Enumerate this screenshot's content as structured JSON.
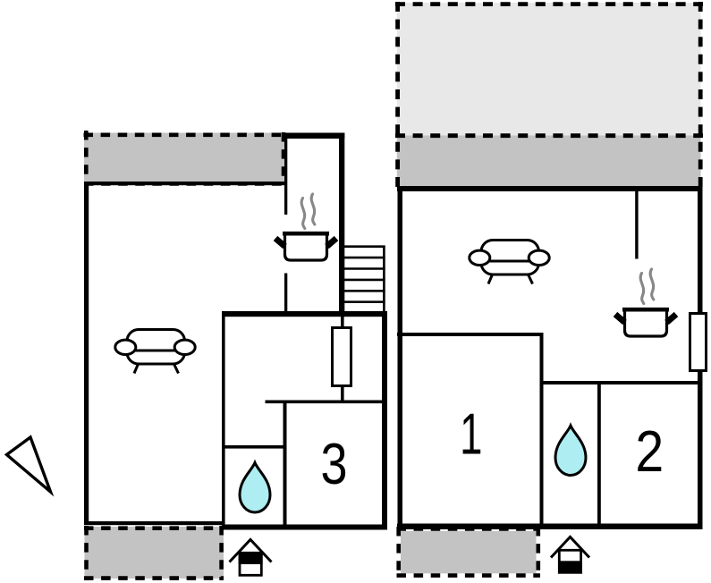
{
  "document": {
    "type": "floor-plan-drawing",
    "background": "#ffffff"
  },
  "colors": {
    "wall": "#000000",
    "terrace_fill": "#c3c3c3",
    "patio_upper_fill": "#e8e8e8",
    "water_drop_fill": "#aeeef2",
    "steam": "#878787",
    "white": "#ffffff",
    "label": "#000000"
  },
  "plans": {
    "left_unit": {
      "name": "left floor plan",
      "rooms": [
        {
          "label": "3"
        }
      ],
      "features": [
        "terrace-top-dashed",
        "living-area",
        "sofa-icon",
        "cooking-pot-icon",
        "steam-icon",
        "stairs-icon",
        "water-heater-icon",
        "bathroom",
        "water-drop-icon",
        "room-3",
        "terrace-bottom-dashed",
        "entrance-house-icon-upper-half-filled"
      ]
    },
    "right_unit": {
      "name": "right floor plan",
      "rooms": [
        {
          "label": "1"
        },
        {
          "label": "2"
        }
      ],
      "features": [
        "patio-upper-light-dashed",
        "patio-lower-dark-dashed",
        "living-area",
        "sofa-icon",
        "cooking-pot-icon",
        "steam-icon",
        "radiator-icon",
        "bathroom",
        "water-drop-icon",
        "room-1",
        "room-2",
        "terrace-bottom-dashed",
        "entrance-house-icon-lower-half-filled"
      ]
    }
  },
  "compass": {
    "icon": "north-arrow-triangle-icon"
  }
}
